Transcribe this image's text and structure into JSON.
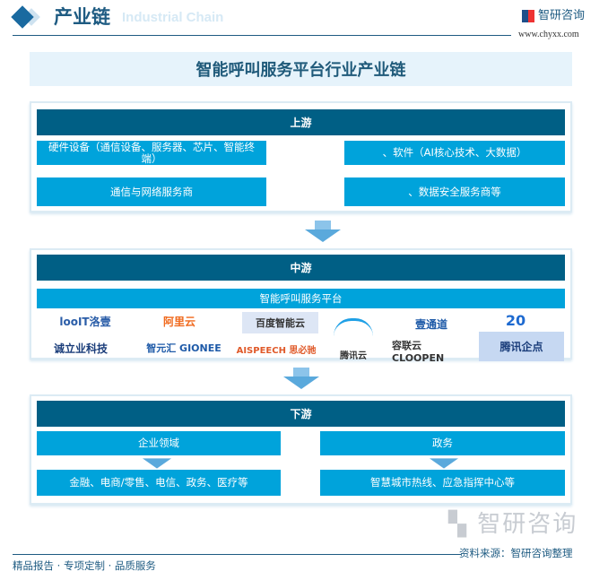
{
  "header": {
    "title": "产业链",
    "subtitle": "Industrial Chain",
    "brand": "智研咨询",
    "url": "www.chyxx.com"
  },
  "banner": {
    "title": "智能呼叫服务平台行业产业链"
  },
  "upstream": {
    "title": "上游",
    "items": [
      "硬件设备（通信设备、服务器、芯片、智能终端）",
      "、软件（AI核心技术、大数据）",
      "通信与网络服务商",
      "、数据安全服务商等"
    ]
  },
  "midstream": {
    "title": "中游",
    "platform": "智能呼叫服务平台",
    "logos": [
      "looIT洛壹",
      "阿里云",
      "百度智能云",
      "腾讯云",
      "壹通道",
      "20",
      "诚立业科技",
      "智元汇 GIONEE",
      "AISPEECH 思必驰",
      "容联云 CLOOPEN",
      "腾讯企点"
    ]
  },
  "downstream": {
    "title": "下游",
    "left": {
      "label": "企业领域",
      "detail": "金融、电商/零售、电信、政务、医疗等"
    },
    "right": {
      "label": "政务",
      "detail": "智慧城市热线、应急指挥中心等"
    }
  },
  "footer": {
    "slogan": "精品报告 · 专项定制 · 品质服务",
    "source": "资料来源：智研咨询整理",
    "watermark": "智研咨询"
  },
  "colors": {
    "dark": "#005f85",
    "box": "#00a3db",
    "banner": "#e6f3fb"
  }
}
